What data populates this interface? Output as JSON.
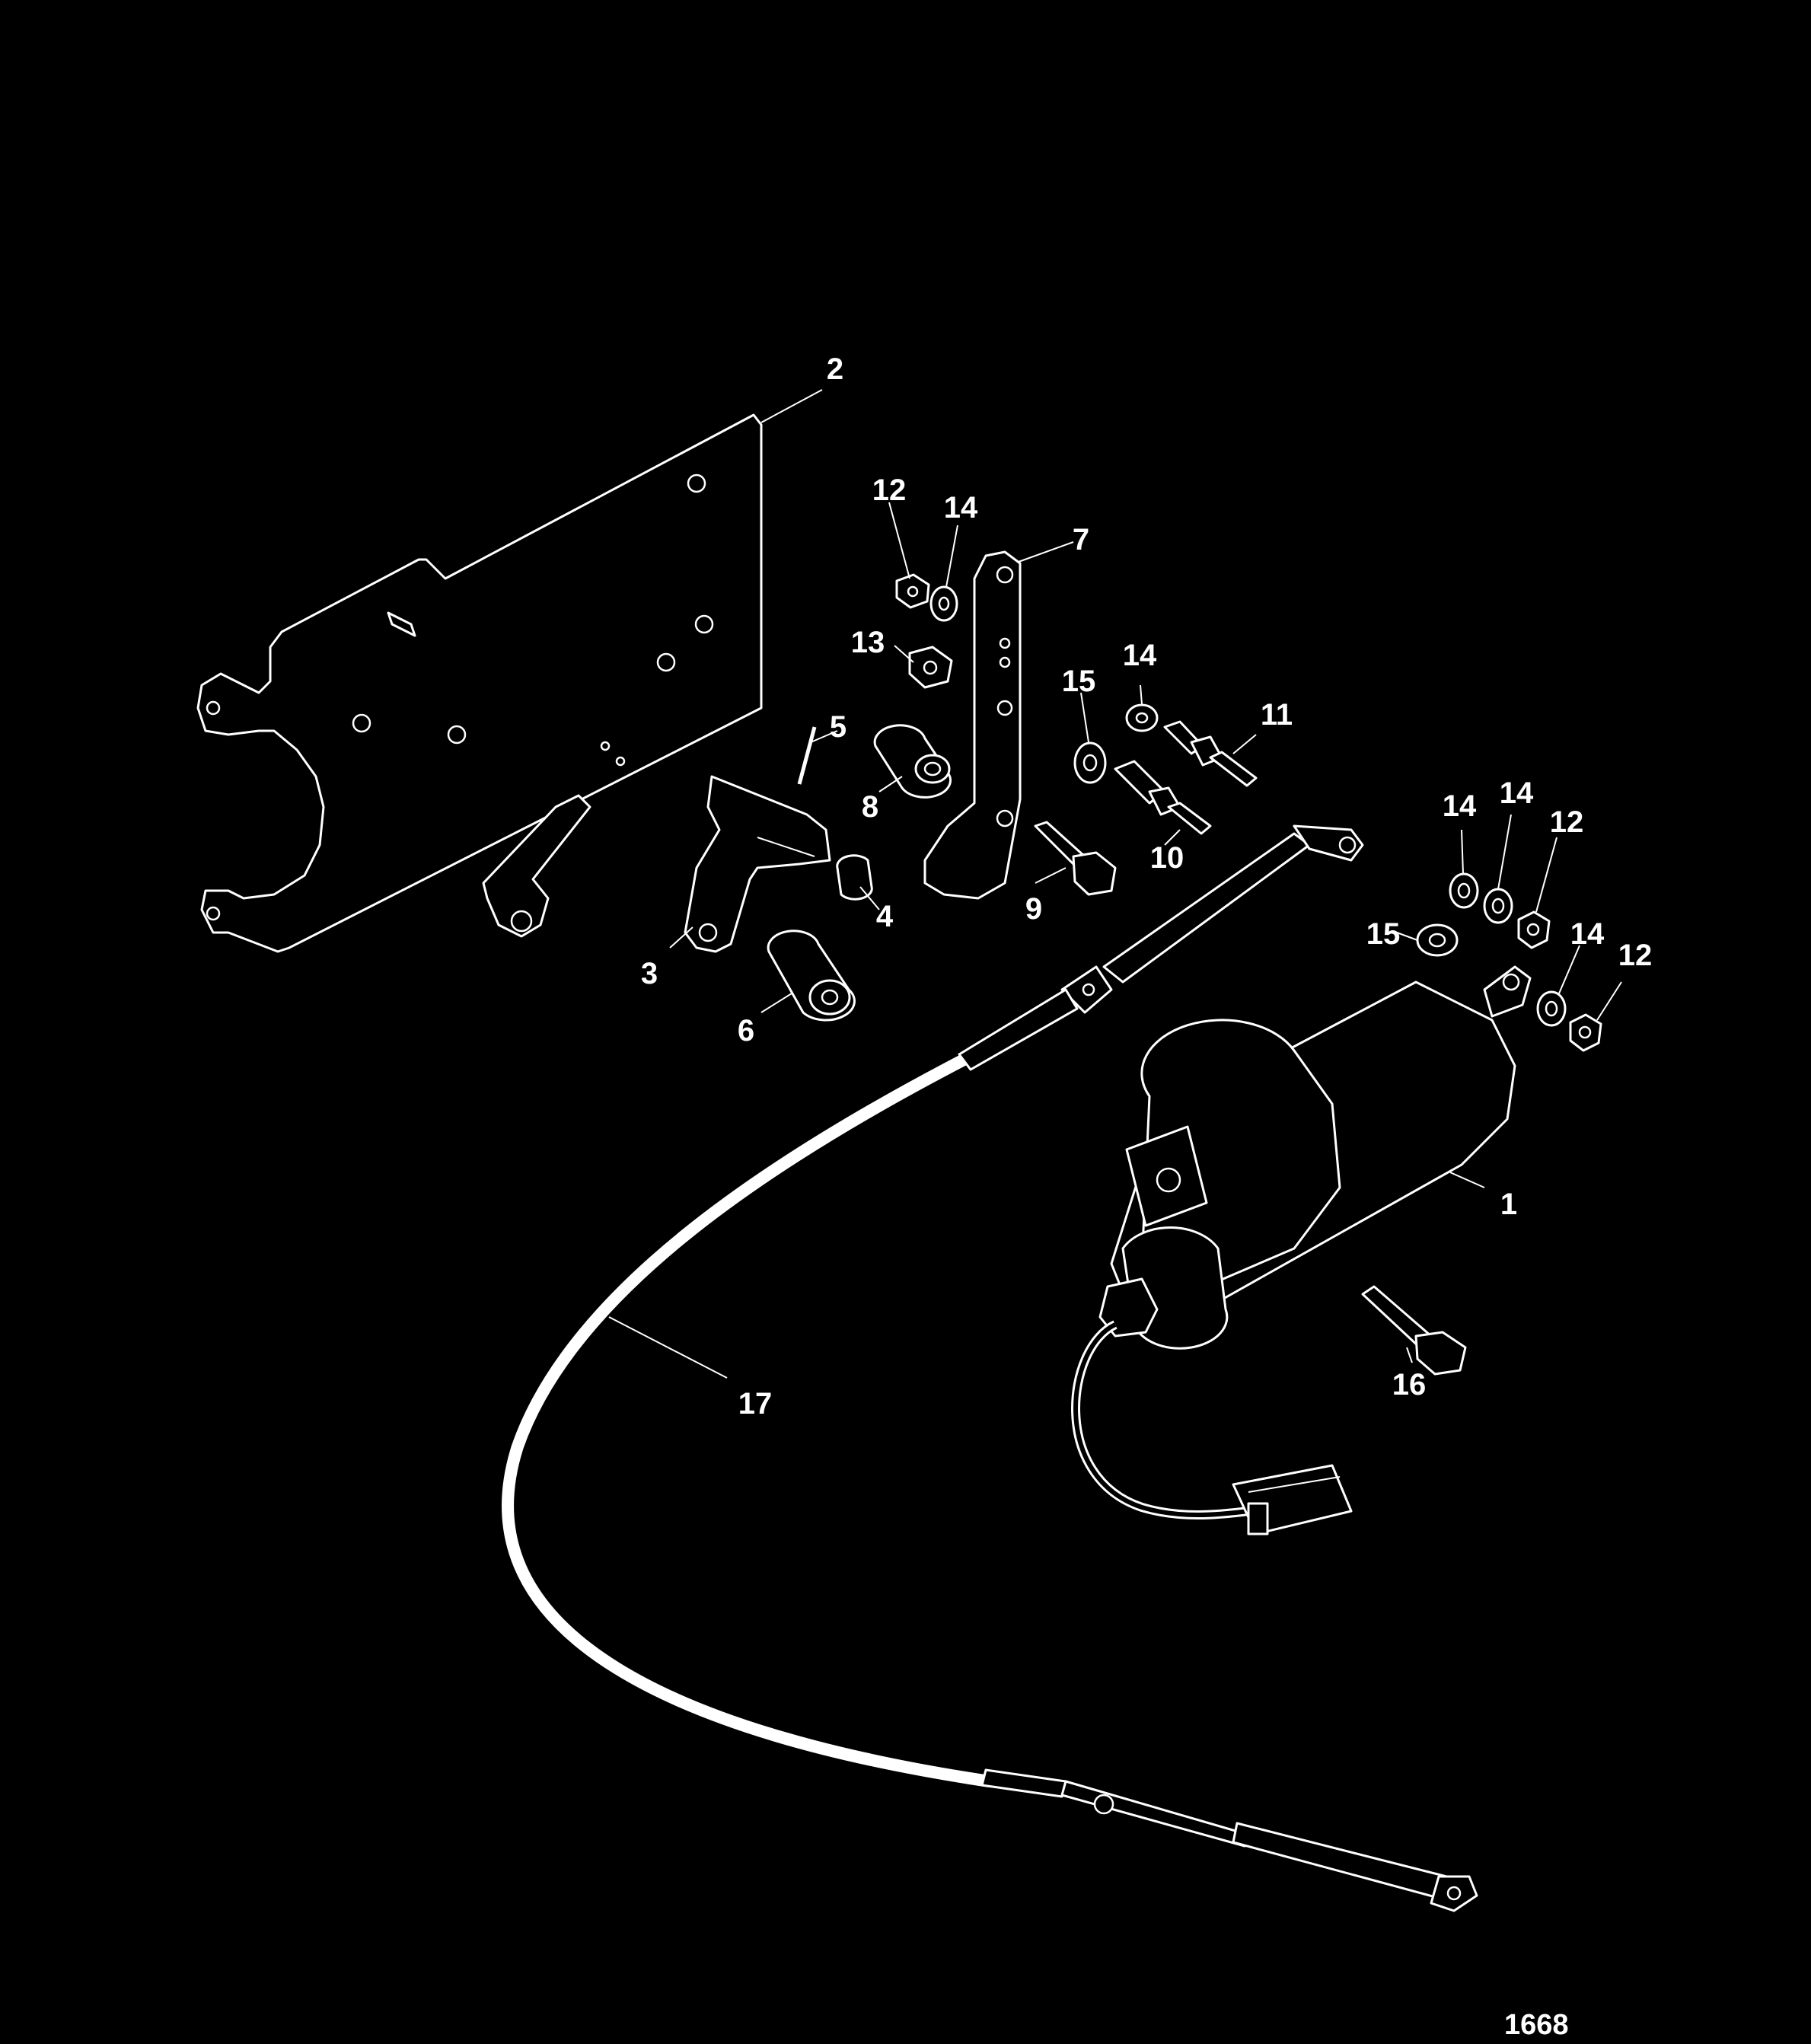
{
  "diagram": {
    "document_number": "1668",
    "callouts": {
      "c1": "1",
      "c2": "2",
      "c3": "3",
      "c4": "4",
      "c5": "5",
      "c6": "6",
      "c7": "7",
      "c8": "8",
      "c9": "9",
      "c10": "10",
      "c11": "11",
      "c12a": "12",
      "c12b": "12",
      "c12c": "12",
      "c13": "13",
      "c14a": "14",
      "c14b": "14",
      "c14c": "14",
      "c14d": "14",
      "c14e": "14",
      "c15a": "15",
      "c15b": "15",
      "c16": "16",
      "c17": "17"
    }
  }
}
